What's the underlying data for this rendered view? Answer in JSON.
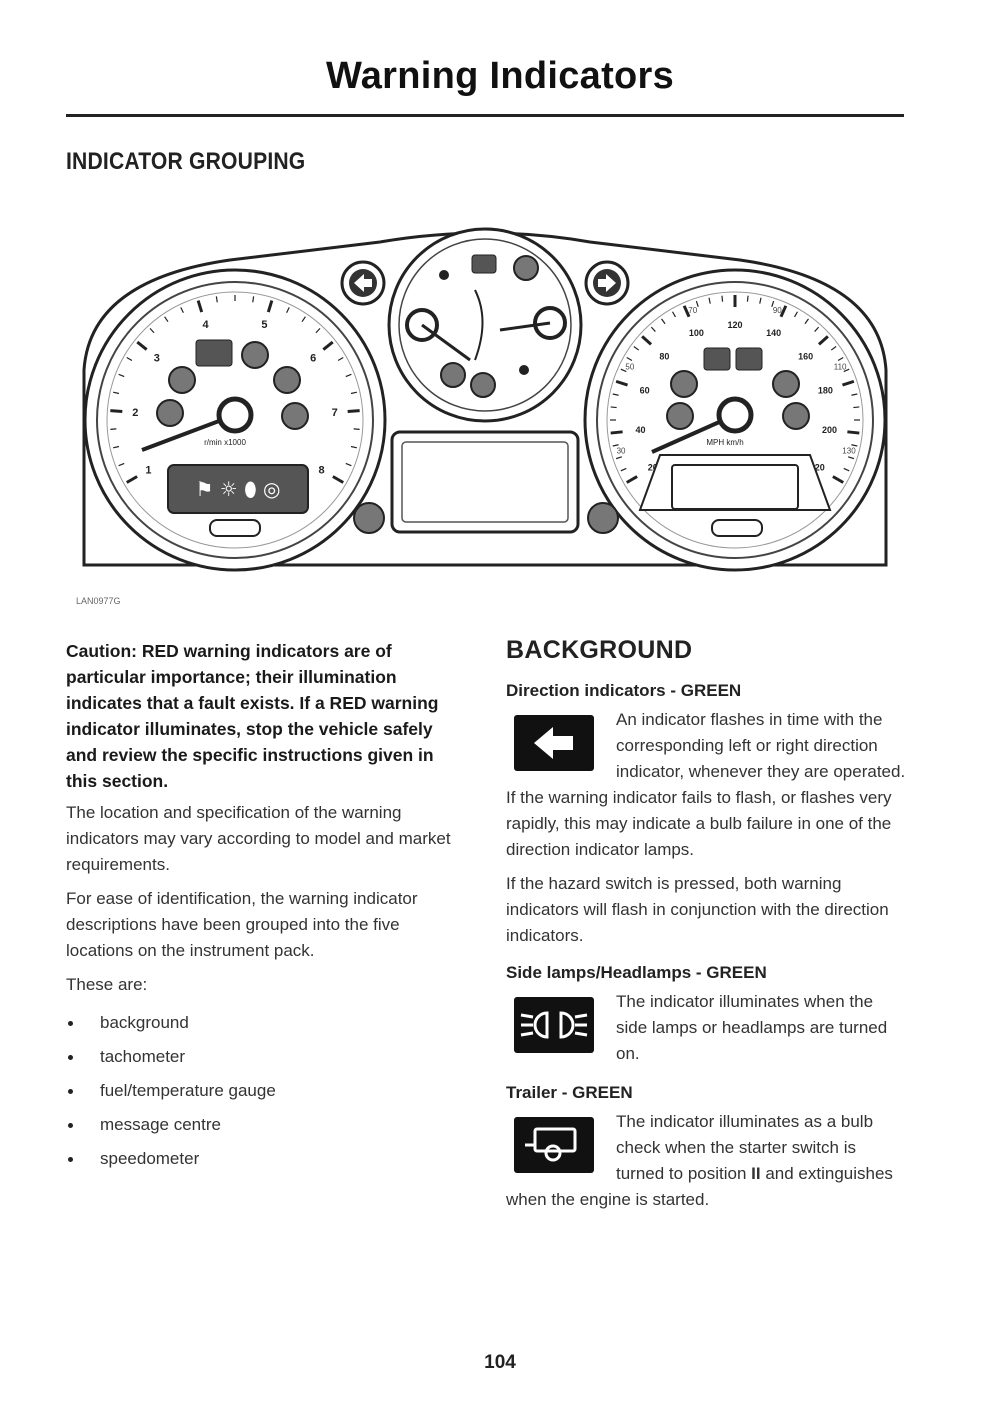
{
  "page": {
    "title": "Warning Indicators",
    "section_heading": "INDICATOR GROUPING",
    "figure_code": "LAN0977G",
    "page_number": "104"
  },
  "cluster": {
    "tacho_numbers": [
      "1",
      "2",
      "3",
      "4",
      "5",
      "6",
      "7",
      "8"
    ],
    "tacho_unit": "r/min x1000",
    "speedo_numbers": [
      "20",
      "40",
      "60",
      "80",
      "100",
      "120",
      "140",
      "160",
      "180",
      "200",
      "220"
    ],
    "speedo_outer_numbers": [
      "30",
      "50",
      "70",
      "90",
      "110",
      "130"
    ],
    "speedo_unit": "MPH km/h"
  },
  "left_column": {
    "caution": "Caution: RED warning indicators are of particular importance; their illumination indicates that a fault exists. If a RED warning indicator illuminates, stop the vehicle safely and review the specific instructions given in this section.",
    "para1": "The location and specification of the warning indicators may vary according to model and market requirements.",
    "para2": "For ease of identification, the warning indicator descriptions have been grouped into the five locations on the instrument pack.",
    "para3": "These are:",
    "bullets": [
      "background",
      "tachometer",
      "fuel/temperature gauge",
      "message centre",
      "speedometer"
    ]
  },
  "right_column": {
    "heading": "BACKGROUND",
    "direction": {
      "title": "Direction indicators - GREEN",
      "icon": "arrow-left-icon",
      "text1": "An indicator flashes in time with the corresponding left or right direction indicator, whenever they are operated. If the warning indicator fails to flash, or flashes very rapidly, this may indicate a bulb failure in one of the direction indicator lamps.",
      "text2": "If the hazard switch is pressed, both warning indicators will flash in conjunction with the direction indicators."
    },
    "sidelamps": {
      "title": "Side lamps/Headlamps - GREEN",
      "icon": "side-lamps-icon",
      "text": "The indicator illuminates when the side lamps or headlamps are turned on."
    },
    "trailer": {
      "title": "Trailer - GREEN",
      "icon": "trailer-icon",
      "text_before": "The indicator illuminates as a bulb check when the starter switch is turned to position ",
      "text_bold": "II",
      "text_after": " and extinguishes when the engine is started."
    }
  }
}
